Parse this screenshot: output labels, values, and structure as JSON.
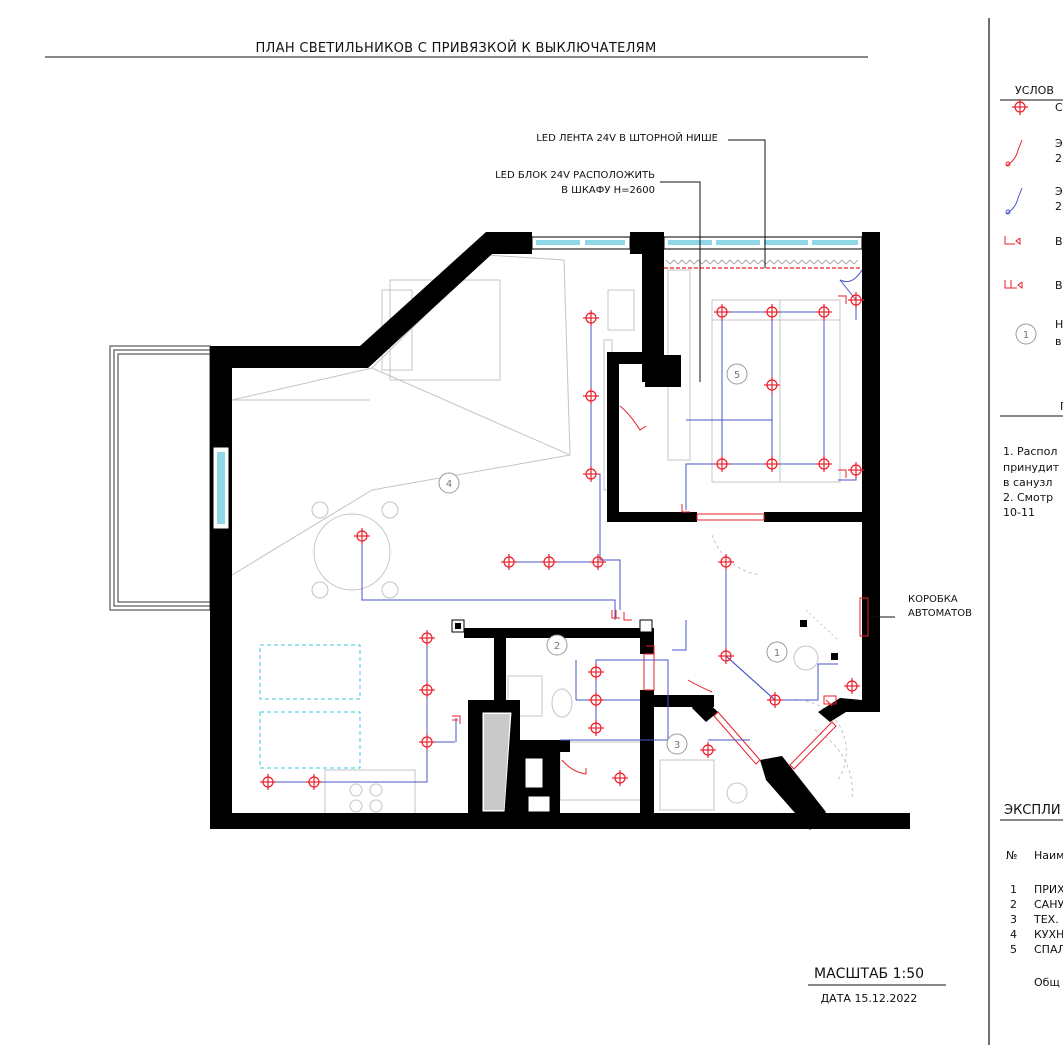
{
  "plan_title": "ПЛАН СВЕТИЛЬНИКОВ С ПРИВЯЗКОЙ К ВЫКЛЮЧАТЕЛЯМ",
  "annotations": {
    "led_strip": "LED ЛЕНТА 24V В ШТОРНОЙ НИШЕ",
    "led_block_line1": "LED БЛОК 24V РАСПОЛОЖИТЬ",
    "led_block_line2": "В ШКАФУ Н=2600",
    "breaker_box_line1": "КОРОБКА",
    "breaker_box_line2": "АВТОМАТОВ"
  },
  "rooms": [
    "1",
    "2",
    "3",
    "4",
    "5"
  ],
  "legend": {
    "heading": "УСЛОВ",
    "items": [
      {
        "icon": "ceiling-light-icon",
        "text": "С"
      },
      {
        "icon": "switch-red-icon",
        "text": "Э",
        "text2": "2"
      },
      {
        "icon": "switch-blue-icon",
        "text": "Э",
        "text2": "2"
      },
      {
        "icon": "socket-single-icon",
        "text": "В"
      },
      {
        "icon": "socket-double-icon",
        "text": "В"
      },
      {
        "icon": "room-number-icon",
        "badge": "1",
        "text": "Н",
        "text2": "в"
      }
    ]
  },
  "notes": {
    "heading": "П",
    "lines": [
      "1. Распол",
      "принудит",
      "в санузл",
      "2. Смотр",
      "10-11"
    ]
  },
  "explication": {
    "heading": "ЭКСПЛИ",
    "col_no": "№",
    "col_name": "Наим",
    "rows": [
      {
        "no": "1",
        "name": "ПРИХ"
      },
      {
        "no": "2",
        "name": "САНУ"
      },
      {
        "no": "3",
        "name": "ТЕХ."
      },
      {
        "no": "4",
        "name": "КУХН"
      },
      {
        "no": "5",
        "name": "СПАЛ"
      }
    ],
    "total": "Общ"
  },
  "scale": "МАСШТАБ 1:50",
  "date": "ДАТА 15.12.2022",
  "colors": {
    "wall": "#000000",
    "light": "#e8202a",
    "wire_blue": "#4a55c8",
    "wire_red": "#e8202a",
    "furniture": "#bdbdbd",
    "window": "#8fd6e6",
    "dashed_cyan": "#38c8d8"
  }
}
